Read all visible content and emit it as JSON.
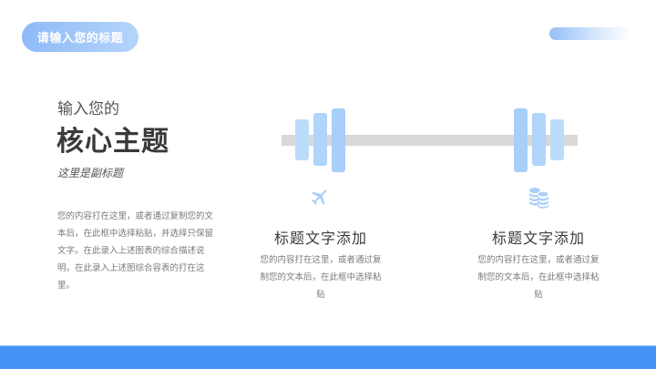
{
  "header": {
    "title_pill": "请输入您的标题"
  },
  "left": {
    "kicker": "输入您的",
    "main_title": "核心主题",
    "subtitle": "这里是副标题",
    "description": "您的内容打在这里，或者通过复制您的文本后，在此框中选择粘贴，并选择只保留文字。在此录入上述图表的综合描述说明，在此录入上述图综合容表的打在这里。"
  },
  "features": [
    {
      "icon": "airplane-icon",
      "title": "标题文字添加",
      "description": "您的内容打在这里，或者通过复制您的文本后，在此框中选择粘贴"
    },
    {
      "icon": "coins-stack-icon",
      "title": "标题文字添加",
      "description": "您的内容打在这里，或者通过复制您的文本后，在此框中选择粘贴"
    }
  ],
  "colors": {
    "accent": "#4594f5",
    "plate_light": "#bcdcfb",
    "rod": "#d9d9d9",
    "title_text": "#3a3a3a",
    "body_text": "#7a7a7a"
  }
}
